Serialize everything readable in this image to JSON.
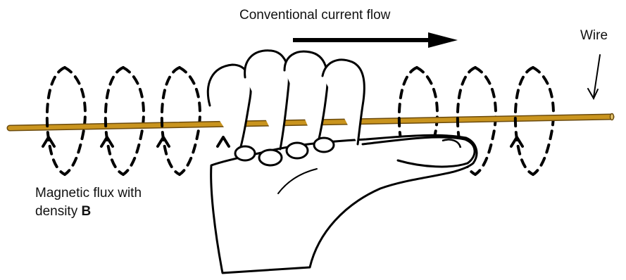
{
  "labels": {
    "current": "Conventional current flow",
    "wire": "Wire",
    "flux_line1": "Magnetic flux with",
    "flux_line2_prefix": "density ",
    "flux_symbol": "B"
  },
  "colors": {
    "wire": "#c9941e",
    "wire_outline": "#6b4a0c",
    "stroke": "#000000",
    "background": "#ffffff"
  }
}
